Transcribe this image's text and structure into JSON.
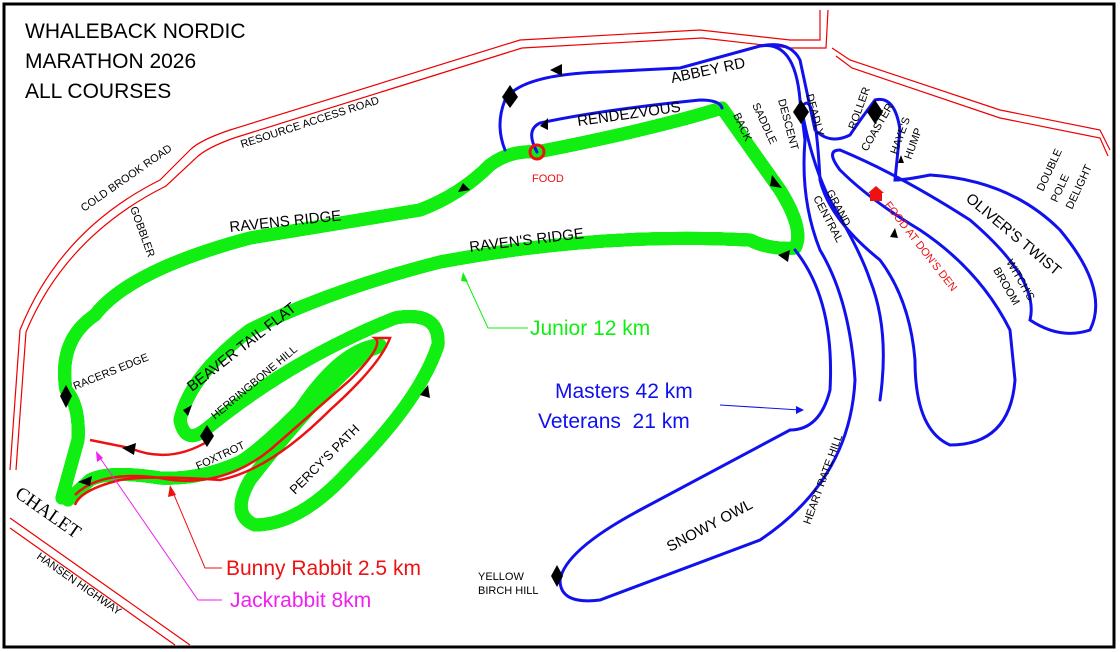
{
  "title": [
    "WHALEBACK NORDIC",
    "MARATHON 2026",
    "ALL COURSES"
  ],
  "colors": {
    "junior": "#11ee11",
    "masters": "#1111ee",
    "jackrabbit": "#ee22ee",
    "bunny": "#ee1111",
    "road": "#ee1111"
  },
  "roads": {
    "resource_access": "RESOURCE ACCESS ROAD",
    "cold_brook": "COLD BROOK ROAD",
    "hansen": "HANSEN HIGHWAY"
  },
  "trails": {
    "abbey_rd": "ABBEY RD",
    "rendezvous": "RENDEZVOUS",
    "food": "FOOD",
    "ravens_ridge": "RAVENS RIDGE",
    "ravens_ridge2": "RAVEN'S RIDGE",
    "gobbler": "GOBBLER",
    "saddle": "SADDLE",
    "back": "BACK",
    "deadly": "DEADLY",
    "descent": "DESCENT",
    "grand": "GRAND",
    "central": "CENTRAL",
    "roller": "ROLLER",
    "coaster": "COASTER",
    "hayes": "HAYE'S",
    "hump": "HUMP",
    "double": "DOUBLE",
    "pole": "POLE",
    "delight": "DELIGHT",
    "olivers_twist": "OLIVER'S TWIST",
    "food_dons_den": "FOOD AT DON'S DEN",
    "witchs": "WITCH'S",
    "broom": "BROOM",
    "beaver_tail_flat": "BEAVER TAIL FLAT",
    "herringbone_hill": "HERRINGBONE HILL",
    "racers_edge": "RACERS EDGE",
    "foxtrot": "FOXTROT",
    "percys_path": "PERCY'S PATH",
    "heart_rate_hill": "HEART RATE HILL",
    "snowy_owl": "SNOWY OWL",
    "yellow": "YELLOW",
    "birch_hill": "BIRCH HILL",
    "chalet": "CHALET"
  },
  "legend": {
    "junior": "Junior 12 km",
    "masters": "Masters 42 km",
    "veterans": "Veterans  21 km",
    "bunny": "Bunny Rabbit 2.5 km",
    "jackrabbit": "Jackrabbit 8km"
  }
}
